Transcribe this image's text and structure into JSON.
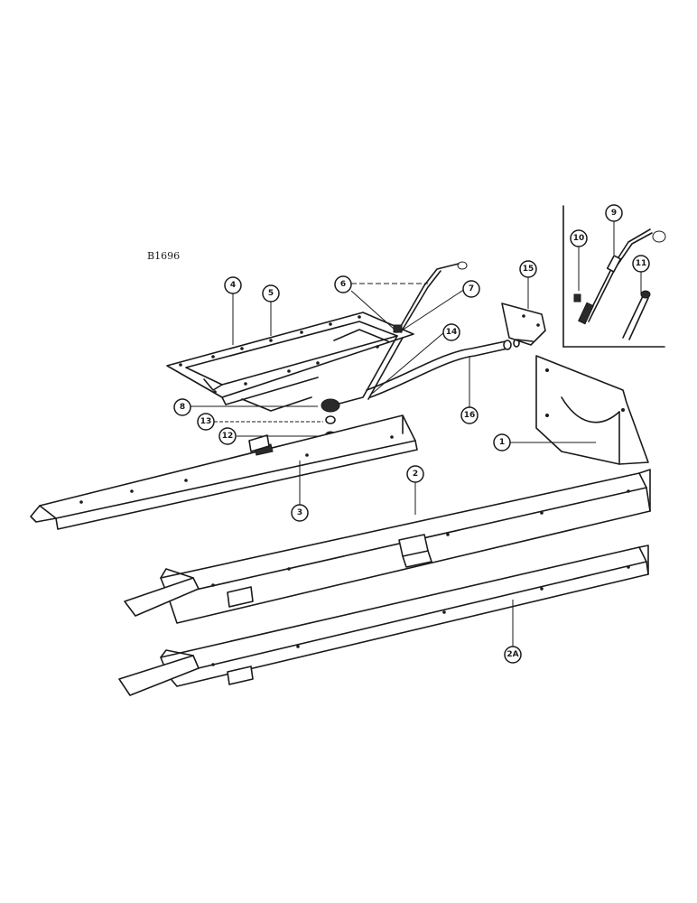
{
  "drawing_number": "B1696",
  "callouts": {
    "c1": "1",
    "c2": "2",
    "c2a": "2A",
    "c3": "3",
    "c4": "4",
    "c5": "5",
    "c6": "6",
    "c7": "7",
    "c8": "8",
    "c9": "9",
    "c10": "10",
    "c11": "11",
    "c12": "12",
    "c13": "13",
    "c14": "14",
    "c15": "15",
    "c16": "16"
  }
}
